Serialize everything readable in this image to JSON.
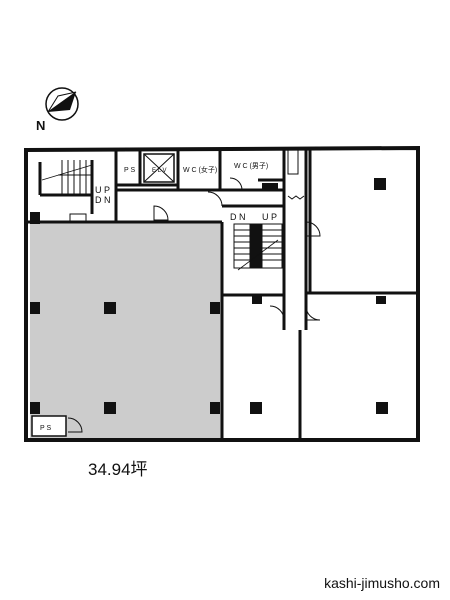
{
  "compass": {
    "label": "N"
  },
  "rooms": {
    "ps_top": "P S",
    "elevator": "E L V",
    "wc_female": "W C (女子)",
    "wc_male": "W C (男子)",
    "ps_small": "P S",
    "ps_bottom": "P S"
  },
  "stairs": {
    "left_up": "U P",
    "left_dn": "D N",
    "center_dn": "D N",
    "center_up": "U P"
  },
  "area": {
    "label": "34.94坪"
  },
  "site": {
    "label": "kashi-jimusho.com"
  },
  "colors": {
    "highlight": "#cccccc",
    "line": "#111111"
  }
}
